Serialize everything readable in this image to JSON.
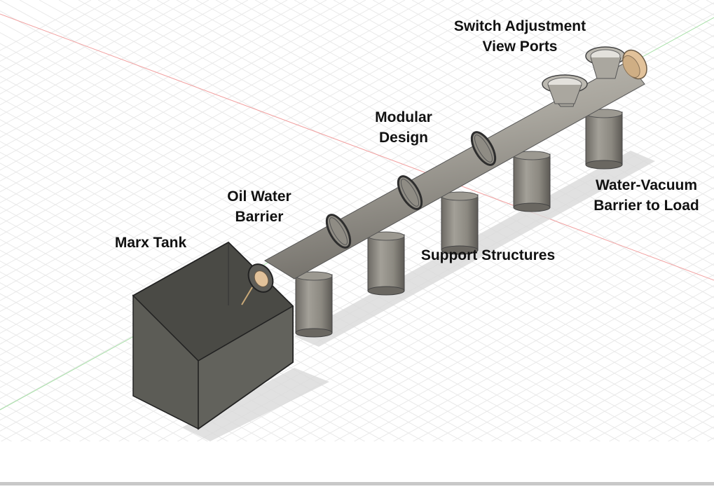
{
  "labels": {
    "switch_adjustment": [
      "Switch Adjustment",
      "View Ports"
    ],
    "modular_design": [
      "Modular",
      "Design"
    ],
    "oil_water_barrier": [
      "Oil Water",
      "Barrier"
    ],
    "marx_tank": [
      "Marx Tank"
    ],
    "water_vacuum_barrier": [
      "Water-Vacuum",
      "Barrier to Load"
    ],
    "support_structures": [
      "Support Structures"
    ]
  },
  "colors": {
    "background": "#ffffff",
    "grid_line": "#e6e6e6",
    "x_axis": "#f08a8a",
    "y_axis": "#8fd88f",
    "pipe": "#a9a69e",
    "pipe_dark": "#6f6c66",
    "tank": "#55554f",
    "flange_ring": "#3a3a3a",
    "barrier_disc": "#e2c29a"
  }
}
